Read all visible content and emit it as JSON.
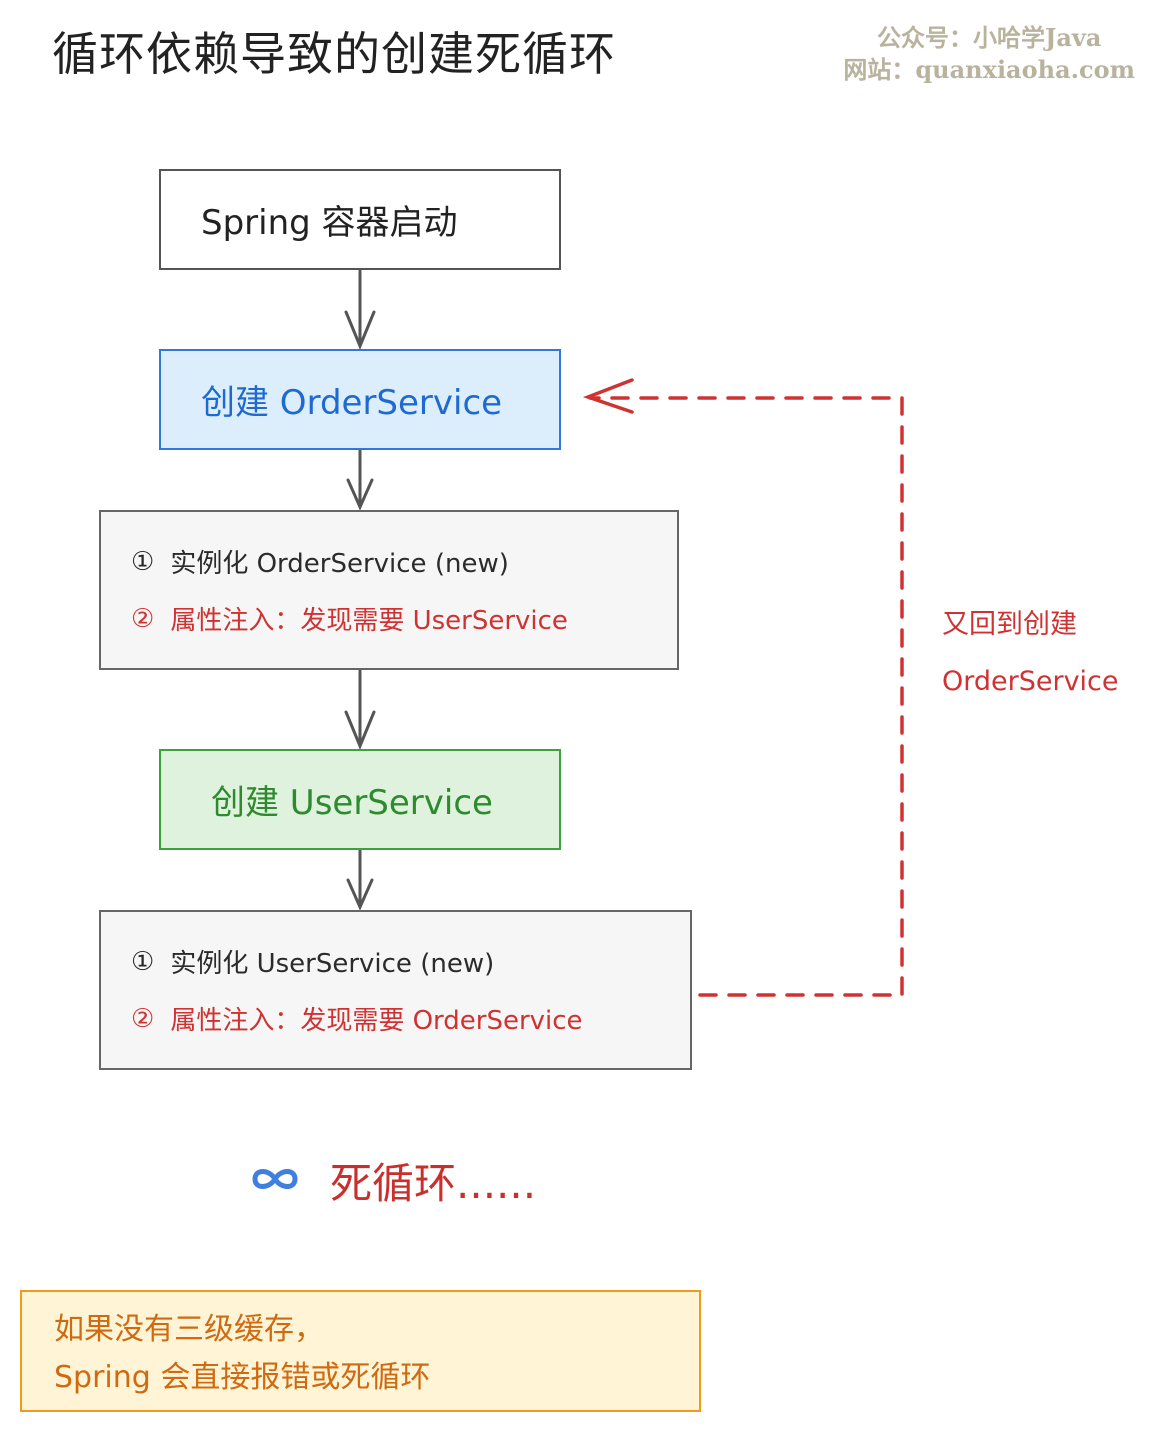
{
  "title": "循环依赖导致的创建死循环",
  "watermark": {
    "line1": "公众号：小哈学Java",
    "line2": "网站：quanxiaoha.com"
  },
  "boxes": {
    "start": "Spring 容器启动",
    "create_order": "创建 OrderService",
    "order_steps": {
      "step1_num": "①",
      "step1_text": "实例化 OrderService (new)",
      "step2_num": "②",
      "step2_text": "属性注入：发现需要 UserService"
    },
    "create_user": "创建 UserService",
    "user_steps": {
      "step1_num": "①",
      "step1_text": "实例化 UserService (new)",
      "step2_num": "②",
      "step2_text": "属性注入：发现需要 OrderService"
    }
  },
  "loop_label": {
    "line1": "又回到创建",
    "line2": "OrderService"
  },
  "infinite_loop": {
    "icon": "infinity-icon",
    "text": "死循环......"
  },
  "note": {
    "line1": "如果没有三级缓存，",
    "line2": "Spring 会直接报错或死循环"
  },
  "colors": {
    "order_accent": "#2f7ad8",
    "user_accent": "#3aa33a",
    "loop_red": "#d03232",
    "note_orange": "#f29b1a"
  }
}
